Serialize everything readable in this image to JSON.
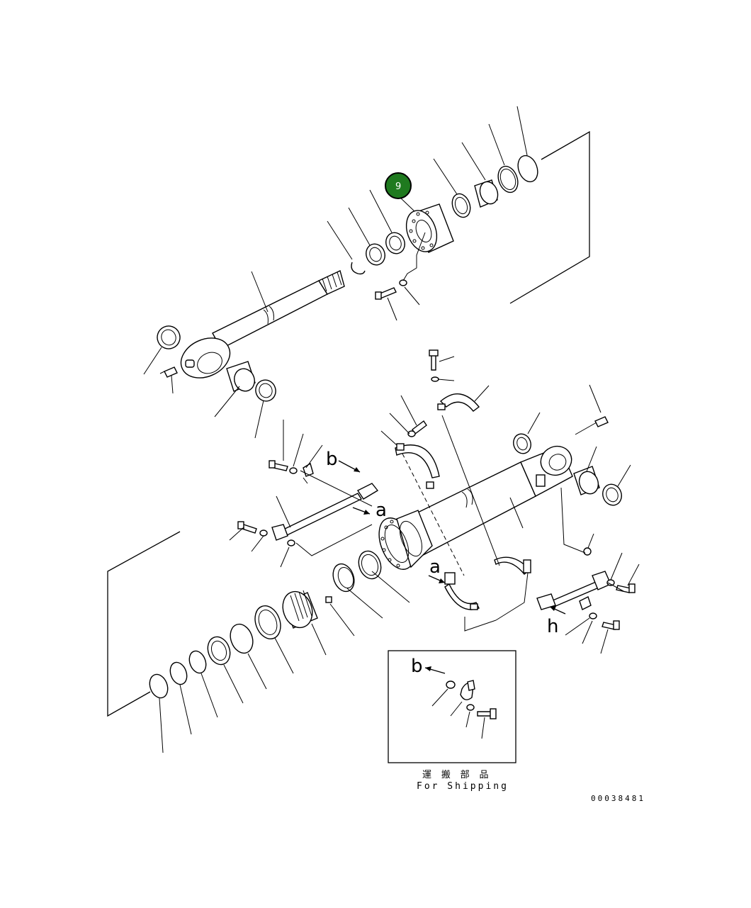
{
  "callout": {
    "number": "9",
    "color": "#1f7a1f",
    "ring": "#000000"
  },
  "labels": {
    "b_upper": "b",
    "a_upper": "a",
    "a_lower": "a",
    "h_right": "h",
    "b_inset": "b"
  },
  "inset": {
    "caption_jp": "運 搬 部 品",
    "caption_en": "For Shipping"
  },
  "drawing_number": "00038481"
}
